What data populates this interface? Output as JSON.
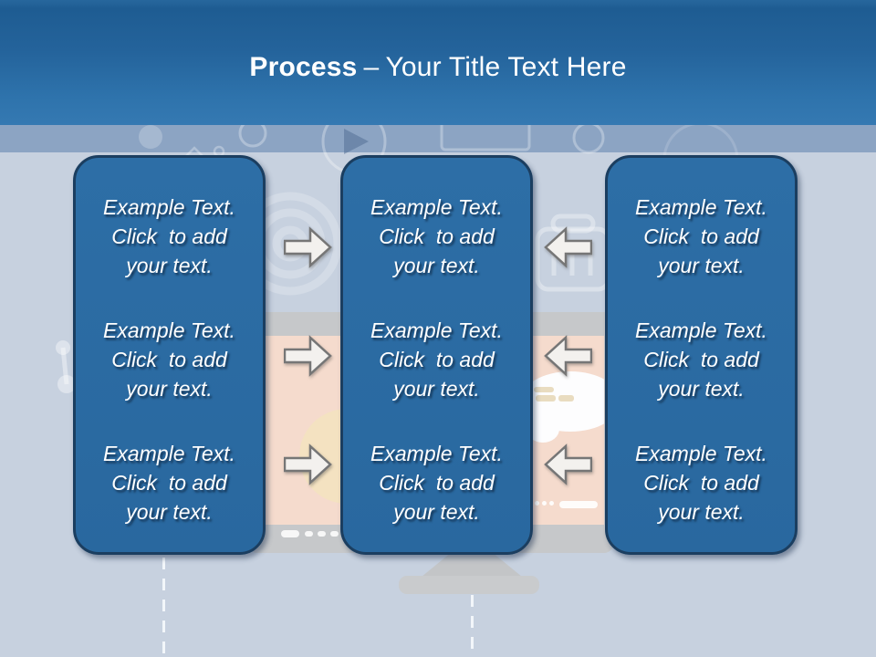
{
  "title": {
    "bold": "Process",
    "separator": "–",
    "rest": "Your Title Text Here"
  },
  "boxes": [
    {
      "id": "left-process-box",
      "blocks": [
        {
          "lines": [
            "Example Text.",
            "Click  to add",
            "your text."
          ]
        },
        {
          "lines": [
            "Example Text.",
            "Click  to add",
            "your text."
          ]
        },
        {
          "lines": [
            "Example Text.",
            "Click  to add",
            "your text."
          ]
        }
      ]
    },
    {
      "id": "middle-process-box",
      "blocks": [
        {
          "lines": [
            "Example Text.",
            "Click  to add",
            "your text."
          ]
        },
        {
          "lines": [
            "Example Text.",
            "Click  to add",
            "your text."
          ]
        },
        {
          "lines": [
            "Example Text.",
            "Click  to add",
            "your text."
          ]
        }
      ]
    },
    {
      "id": "right-process-box",
      "blocks": [
        {
          "lines": [
            "Example Text.",
            "Click  to add",
            "your text."
          ]
        },
        {
          "lines": [
            "Example Text.",
            "Click  to add",
            "your text."
          ]
        },
        {
          "lines": [
            "Example Text.",
            "Click  to add",
            "your text."
          ]
        }
      ]
    }
  ],
  "arrows": [
    {
      "row": 1,
      "direction": "right"
    },
    {
      "row": 2,
      "direction": "right"
    },
    {
      "row": 3,
      "direction": "right"
    },
    {
      "row": 1,
      "direction": "left"
    },
    {
      "row": 2,
      "direction": "left"
    },
    {
      "row": 3,
      "direction": "left"
    }
  ],
  "background_icons": [
    "play-circle-icon",
    "display-outline-icon",
    "target-rings-icon",
    "share-nodes-icon",
    "basket-outline-icon",
    "monitor-illustration",
    "speech-bubble-shape",
    "dashed-connector-lines"
  ],
  "colors": {
    "header_gradient_top": "#1e5c92",
    "header_gradient_bottom": "#3579b2",
    "accent_band": "#8ca4c3",
    "background": "#c7d1df",
    "box_fill": "#2b6ba3",
    "box_border": "#1b3e60",
    "box_text": "#ffffff",
    "arrow_fill": "#f3f1ee",
    "arrow_border": "#767676",
    "monitor_frame": "#c6c8ca",
    "monitor_screen": "#f5dbcd"
  }
}
